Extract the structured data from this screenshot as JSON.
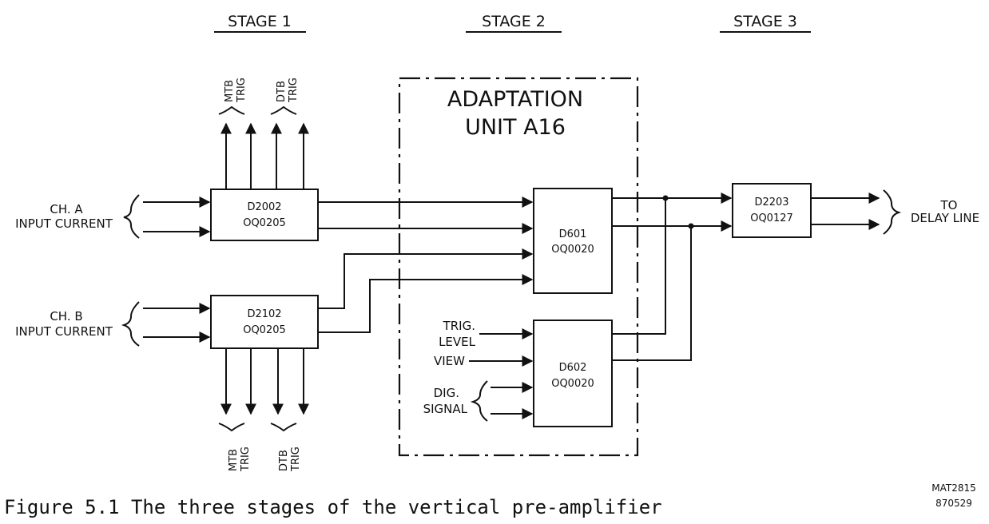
{
  "stages": {
    "stage1": "STAGE 1",
    "stage2": "STAGE 2",
    "stage3": "STAGE 3"
  },
  "adaptation_unit": {
    "line1": "ADAPTATION",
    "line2": "UNIT A16"
  },
  "inputs": {
    "ch_a": {
      "line1": "CH. A",
      "line2": "INPUT CURRENT"
    },
    "ch_b": {
      "line1": "CH. B",
      "line2": "INPUT CURRENT"
    },
    "trig_level": {
      "line1": "TRIG.",
      "line2": "LEVEL"
    },
    "view": "VIEW",
    "dig_signal": {
      "line1": "DIG.",
      "line2": "SIGNAL"
    }
  },
  "blocks": {
    "d2002": {
      "name": "D2002",
      "part": "OQ0205"
    },
    "d2102": {
      "name": "D2102",
      "part": "OQ0205"
    },
    "d601": {
      "name": "D601",
      "part": "OQ0020"
    },
    "d602": {
      "name": "D602",
      "part": "OQ0020"
    },
    "d2203": {
      "name": "D2203",
      "part": "OQ0127"
    }
  },
  "triggers": {
    "top_mtb": {
      "line1": "MTB",
      "line2": "TRIG"
    },
    "top_dtb": {
      "line1": "DTB",
      "line2": "TRIG"
    },
    "bottom_mtb": {
      "line1": "MTB",
      "line2": "TRIG"
    },
    "bottom_dtb": {
      "line1": "DTB",
      "line2": "TRIG"
    }
  },
  "output": {
    "line1": "TO",
    "line2": "DELAY LINE"
  },
  "code": {
    "line1": "MAT2815",
    "line2": "870529"
  },
  "caption": "Figure 5.1 The three stages of the vertical pre-amplifier"
}
